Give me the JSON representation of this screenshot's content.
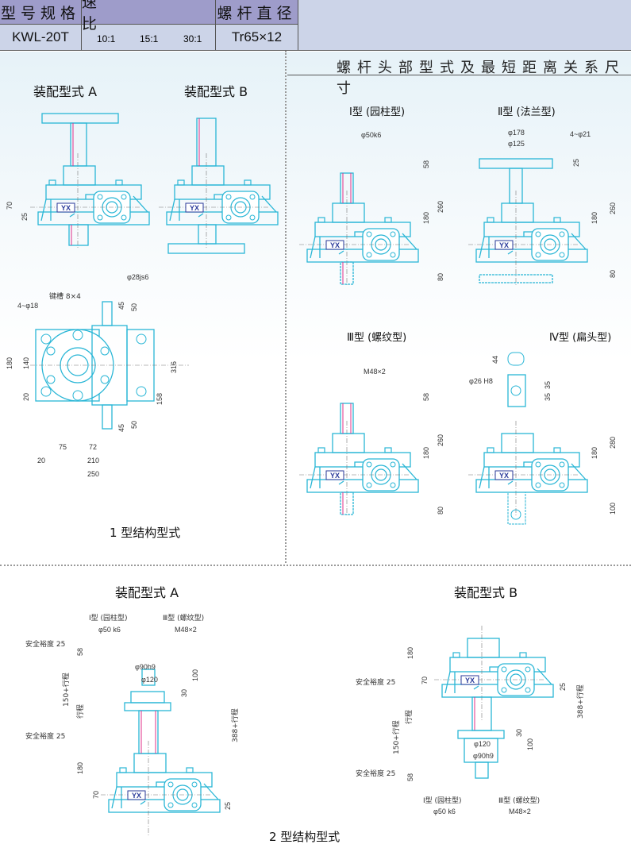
{
  "spec_table": {
    "headers": [
      "型号规格",
      "速　　比",
      "螺杆直径"
    ],
    "model": "KWL-20T",
    "ratios": [
      "10:1",
      "15:1",
      "30:1"
    ],
    "screw_diameter": "Tr65×12"
  },
  "colors": {
    "header_bg": "#9e9cca",
    "table_bg": "#ccd4e8",
    "outline": "#29b6d6",
    "screw_accent": "#e0308a",
    "dimension": "#555555",
    "nameplate": "#2a3a9a"
  },
  "structure1": {
    "assembly_a": "装配型式 A",
    "assembly_b": "装配型式 B",
    "caption": "1 型结构型式",
    "nameplate": "YX",
    "dims_side": [
      "70",
      "25"
    ],
    "plan_view": {
      "shaft": "φ28js6",
      "keyway": "键槽 8×4",
      "holes": "4~φ18",
      "left": [
        "180",
        "140",
        "20"
      ],
      "shaft_top": [
        "45",
        "50"
      ],
      "shaft_bottom": [
        "45",
        "50"
      ],
      "right": [
        "316",
        "158"
      ],
      "bottom": [
        "75",
        "72",
        "20",
        "210",
        "250"
      ]
    }
  },
  "head_types": {
    "title": "螺杆头部型式及最短距离关系尺寸",
    "types": [
      {
        "name": "Ⅰ型 (园柱型)",
        "spec": "φ50k6",
        "dims": [
          "58",
          "180",
          "260",
          "80"
        ]
      },
      {
        "name": "Ⅱ型 (法兰型)",
        "spec": [
          "φ178",
          "φ125",
          "4~φ21"
        ],
        "dims": [
          "25",
          "180",
          "260",
          "80"
        ]
      },
      {
        "name": "Ⅲ型 (螺纹型)",
        "spec": "M48×2",
        "dims": [
          "58",
          "180",
          "260",
          "80"
        ]
      },
      {
        "name": "Ⅳ型 (扁头型)",
        "spec": "φ26 H8",
        "dims": [
          "44",
          "35",
          "35",
          "180",
          "280",
          "100"
        ]
      }
    ]
  },
  "structure2": {
    "assembly_a": "装配型式 A",
    "assembly_b": "装配型式 B",
    "caption": "2 型结构型式",
    "type1": "Ⅰ型 (园柱型)",
    "type1_spec": "φ50 k6",
    "type3": "Ⅲ型 (螺纹型)",
    "type3_spec": "M48×2",
    "safety": "安全裕度 25",
    "stroke": "行程",
    "stroke_total": "150+行程",
    "total": "388+行程",
    "d90": "φ90h9",
    "d120": "φ120",
    "dims": [
      "58",
      "100",
      "30",
      "180",
      "70",
      "25"
    ]
  }
}
